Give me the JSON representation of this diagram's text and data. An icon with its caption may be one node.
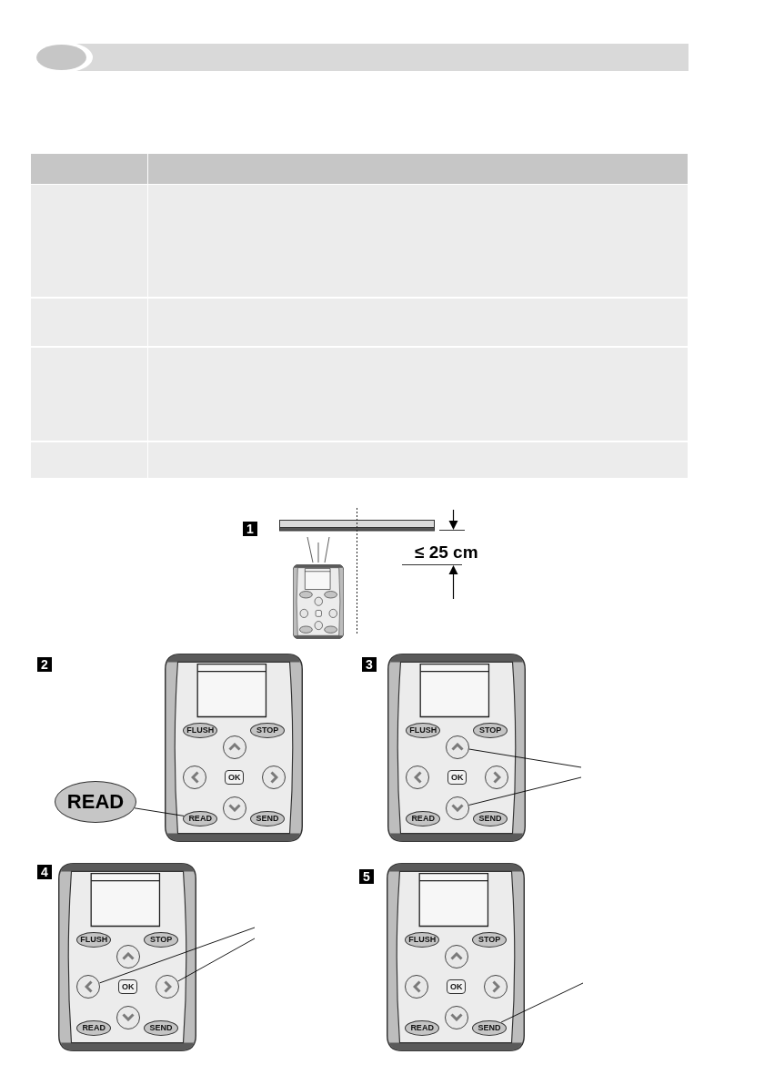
{
  "diagram": {
    "nodes": [
      {
        "text": [],
        "shape": "picture"
      },
      {
        "text": [
          "READ"
        ]
      },
      {
        "text": [],
        "shape": "picture"
      },
      {
        "text": [
          "FLUSH"
        ],
        "in": 2
      },
      {
        "text": [
          "STOP"
        ],
        "in": 2
      },
      {
        "text": [],
        "shape": "circle",
        "in": 2
      },
      {
        "text": [],
        "shape": "circle",
        "in": 2
      },
      {
        "text": [
          "OK"
        ],
        "in": 2
      },
      {
        "text": [],
        "shape": "circle",
        "in": 2
      },
      {
        "text": [],
        "shape": "circle",
        "in": 2
      },
      {
        "text": [
          "READ"
        ],
        "in": 2
      },
      {
        "text": [
          "SEND"
        ],
        "in": 2
      },
      {
        "text": [],
        "shape": "picture"
      },
      {
        "text": [
          "FLUSH"
        ],
        "in": 12
      },
      {
        "text": [
          "STOP"
        ],
        "in": 12
      },
      {
        "text": [],
        "shape": "circle",
        "in": 12
      },
      {
        "text": [],
        "shape": "circle",
        "in": 12
      },
      {
        "text": [
          "OK"
        ],
        "in": 12
      },
      {
        "text": [],
        "shape": "circle",
        "in": 12
      },
      {
        "text": [],
        "shape": "circle",
        "in": 12
      },
      {
        "text": [
          "READ"
        ],
        "in": 12
      },
      {
        "text": [
          "SEND"
        ],
        "in": 12
      },
      {
        "text": [],
        "shape": "picture"
      },
      {
        "text": [
          "FLUSH"
        ],
        "in": 22
      },
      {
        "text": [
          "STOP"
        ],
        "in": 22
      },
      {
        "text": [],
        "shape": "circle",
        "in": 22
      },
      {
        "text": [],
        "shape": "circle",
        "in": 22
      },
      {
        "text": [
          "OK"
        ],
        "in": 22
      },
      {
        "text": [],
        "shape": "circle",
        "in": 22
      },
      {
        "text": [],
        "shape": "circle",
        "in": 22
      },
      {
        "text": [
          "READ"
        ],
        "in": 22
      },
      {
        "text": [
          "SEND"
        ],
        "in": 22
      },
      {
        "text": [],
        "shape": "picture"
      },
      {
        "text": [
          "FLUSH"
        ],
        "in": 32
      },
      {
        "text": [
          "STOP"
        ],
        "in": 32
      },
      {
        "text": [],
        "shape": "circle",
        "in": 32
      },
      {
        "text": [],
        "shape": "circle",
        "in": 32
      },
      {
        "text": [
          "OK"
        ],
        "in": 32
      },
      {
        "text": [],
        "shape": "circle",
        "in": 32
      },
      {
        "text": [],
        "shape": "circle",
        "in": 32
      },
      {
        "text": [
          "READ"
        ],
        "in": 32
      },
      {
        "text": [
          "SEND"
        ],
        "in": 32
      }
    ],
    "edges": [
      {
        "from": 1,
        "to": 10,
        "arrow": "none"
      },
      {
        "from": null,
        "to": 15,
        "arrow": "none"
      },
      {
        "from": null,
        "to": 19,
        "arrow": "none"
      },
      {
        "from": null,
        "to": 26,
        "arrow": "none"
      },
      {
        "from": null,
        "to": 28,
        "arrow": "none"
      },
      {
        "from": null,
        "to": 41,
        "arrow": "none"
      }
    ],
    "labels": [
      "1",
      "≤ 25 cm",
      "2",
      "3",
      "4",
      "5"
    ]
  }
}
